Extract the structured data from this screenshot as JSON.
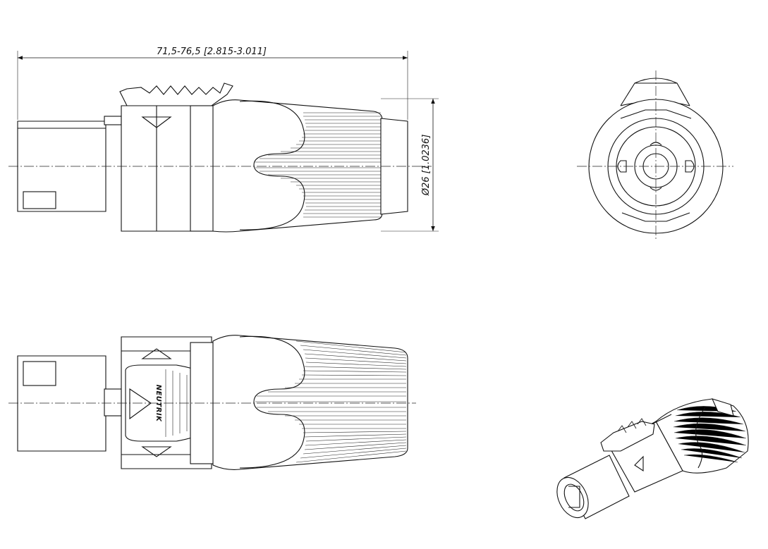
{
  "dimensions": {
    "length": "71,5-76,5  [2.815-3.011]",
    "diameter": "Ø26  [1.0236]"
  },
  "brand": {
    "name": "NEUTRIK"
  }
}
